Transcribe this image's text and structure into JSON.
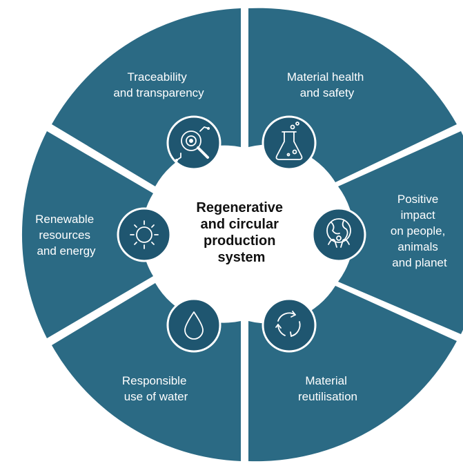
{
  "center": {
    "lines": [
      "Regenerative",
      "and circular",
      "production",
      "system"
    ]
  },
  "segments": [
    {
      "id": "traceability",
      "icon": "magnifier-icon",
      "lines": [
        "Traceability",
        "and transparency"
      ]
    },
    {
      "id": "material-health",
      "icon": "flask-icon",
      "lines": [
        "Material health",
        "and safety"
      ]
    },
    {
      "id": "positive-impact",
      "icon": "globe-people-icon",
      "lines": [
        "Positive",
        "impact",
        "on people,",
        "animals",
        "and planet"
      ]
    },
    {
      "id": "reutilisation",
      "icon": "recycle-arrows-icon",
      "lines": [
        "Material",
        "reutilisation"
      ]
    },
    {
      "id": "water",
      "icon": "water-drop-icon",
      "lines": [
        "Responsible",
        "use of water"
      ]
    },
    {
      "id": "renewable",
      "icon": "sun-icon",
      "lines": [
        "Renewable",
        "resources",
        "and energy"
      ]
    }
  ],
  "colors": {
    "segment": "#2b6a84",
    "icon_circle": "#1f5670",
    "center_text": "#111111",
    "label_text": "#ffffff"
  }
}
